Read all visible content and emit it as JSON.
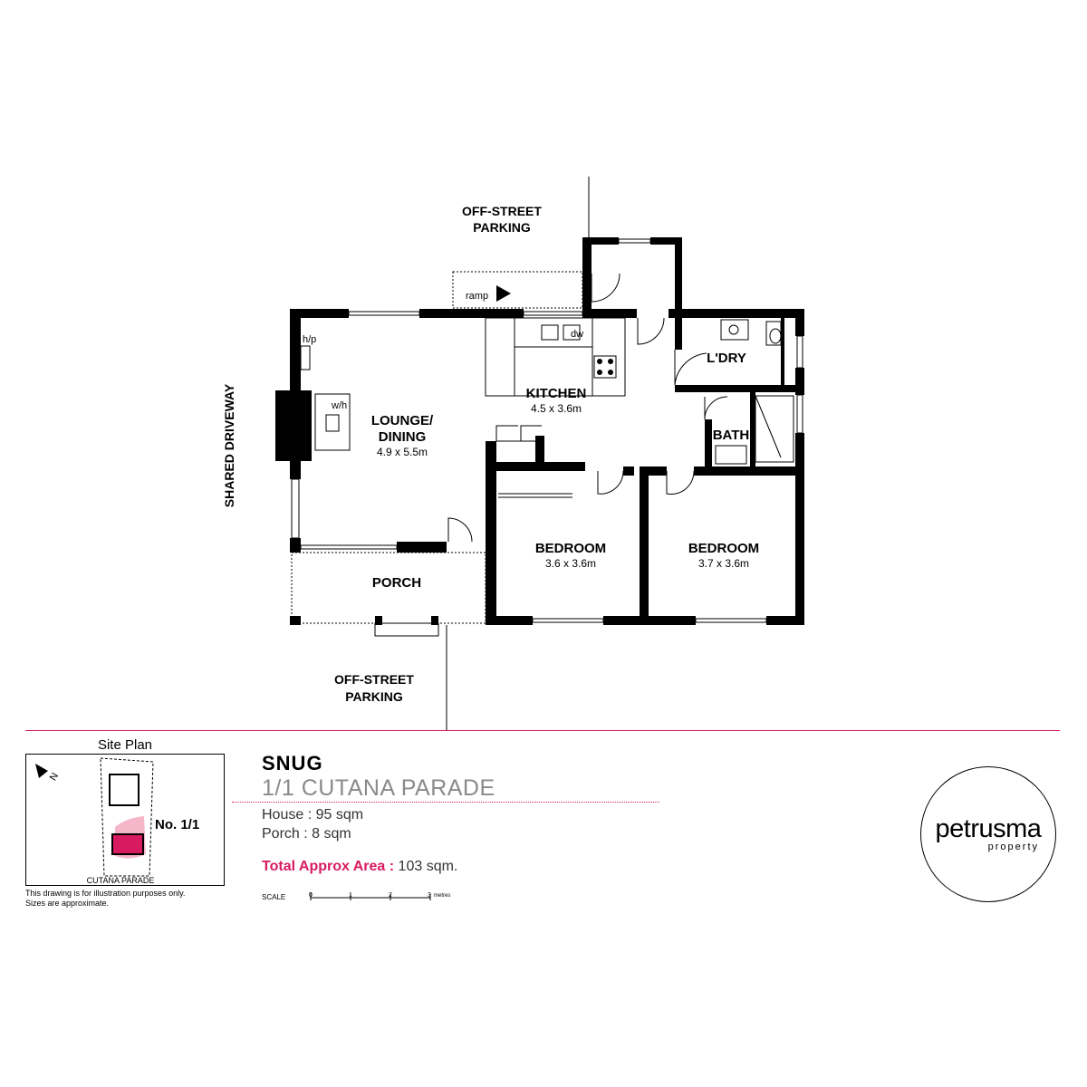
{
  "plan": {
    "rooms": {
      "lounge": {
        "name_line1": "LOUNGE/",
        "name_line2": "DINING",
        "size": "4.9 x 5.5m"
      },
      "kitchen": {
        "name": "KITCHEN",
        "size": "4.5 x 3.6m"
      },
      "laundry": {
        "name": "L'DRY"
      },
      "bath": {
        "name": "BATH"
      },
      "bedroom1": {
        "name": "BEDROOM",
        "size": "3.6 x 3.6m"
      },
      "bedroom2": {
        "name": "BEDROOM",
        "size": "3.7 x 3.6m"
      },
      "porch": {
        "name": "PORCH"
      }
    },
    "fixtures": {
      "hp": "h/p",
      "wh": "w/h",
      "dw": "dw",
      "ramp": "ramp"
    },
    "exterior": {
      "parking_top_line1": "OFF-STREET",
      "parking_top_line2": "PARKING",
      "parking_bottom_line1": "OFF-STREET",
      "parking_bottom_line2": "PARKING",
      "driveway": "SHARED DRIVEWAY"
    }
  },
  "site_plan": {
    "title": "Site Plan",
    "lot_label": "No. 1/1",
    "street": "CUTANA PARADE",
    "north": "N",
    "note_line1": "This drawing is for illustration purposes only.",
    "note_line2": "Sizes are approximate."
  },
  "property": {
    "name": "SNUG",
    "address": "1/1 CUTANA PARADE",
    "house_area": "House : 95 sqm",
    "porch_area": "Porch : 8 sqm",
    "total_label": "Total Approx Area :",
    "total_value": "103 sqm."
  },
  "scale": {
    "label": "SCALE",
    "ticks": [
      "0",
      "1",
      "2",
      "3"
    ],
    "unit": "metres"
  },
  "logo": {
    "main": "petrusma",
    "sub": "property"
  },
  "colors": {
    "accent": "#d81b60",
    "site_highlight": "#d81b60",
    "site_pink": "#f4b6c8"
  }
}
